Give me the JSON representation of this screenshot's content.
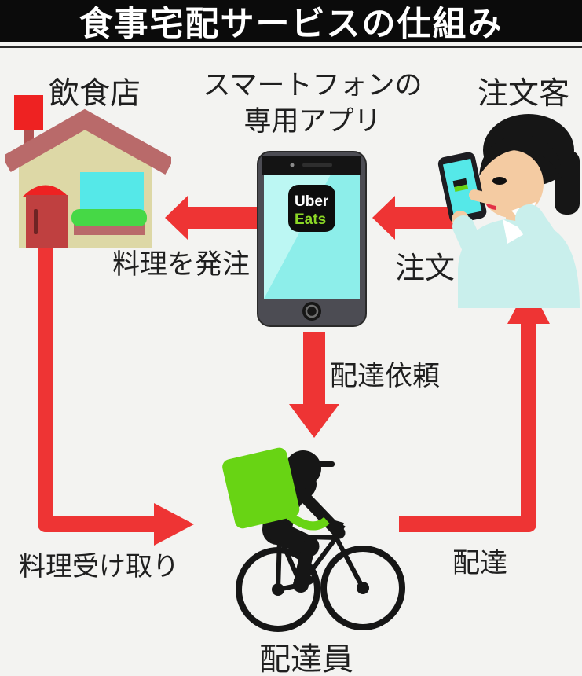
{
  "title": "食事宅配サービスの仕組み",
  "nodes": {
    "restaurant": {
      "label": "飲食店"
    },
    "app": {
      "label_line1": "スマートフォンの",
      "label_line2": "専用アプリ"
    },
    "customer": {
      "label": "注文客"
    },
    "courier": {
      "label": "配達員"
    }
  },
  "phone_app": {
    "brand_line1": "Uber",
    "brand_line2": "Eats"
  },
  "arrows": {
    "order": {
      "label": "注文",
      "from": "customer",
      "to": "app",
      "direction": "left"
    },
    "order_food": {
      "label": "料理を発注",
      "from": "app",
      "to": "restaurant",
      "direction": "left"
    },
    "delivery_request": {
      "label": "配達依頼",
      "from": "app",
      "to": "courier",
      "direction": "down"
    },
    "food_pickup": {
      "label": "料理受け取り",
      "from": "restaurant",
      "to": "courier",
      "direction": "down-right"
    },
    "delivery": {
      "label": "配達",
      "from": "courier",
      "to": "customer",
      "direction": "right-up"
    }
  },
  "colors": {
    "arrow_red": "#ee3434",
    "banner_bg": "#0b0b0b",
    "banner_text": "#ffffff",
    "brand_green": "#8bd626",
    "courier_box_green": "#68d414",
    "screen_cyan": "#8deeea",
    "window_cyan": "#55e8e8",
    "house_wall": "#ddd8a6",
    "house_roof": "#b96a6a",
    "sign_red": "#ee2222",
    "bush_green": "#46d846",
    "skin": "#f4cba2",
    "shirt_cyan": "#c9efec",
    "silhouette": "#161616"
  }
}
